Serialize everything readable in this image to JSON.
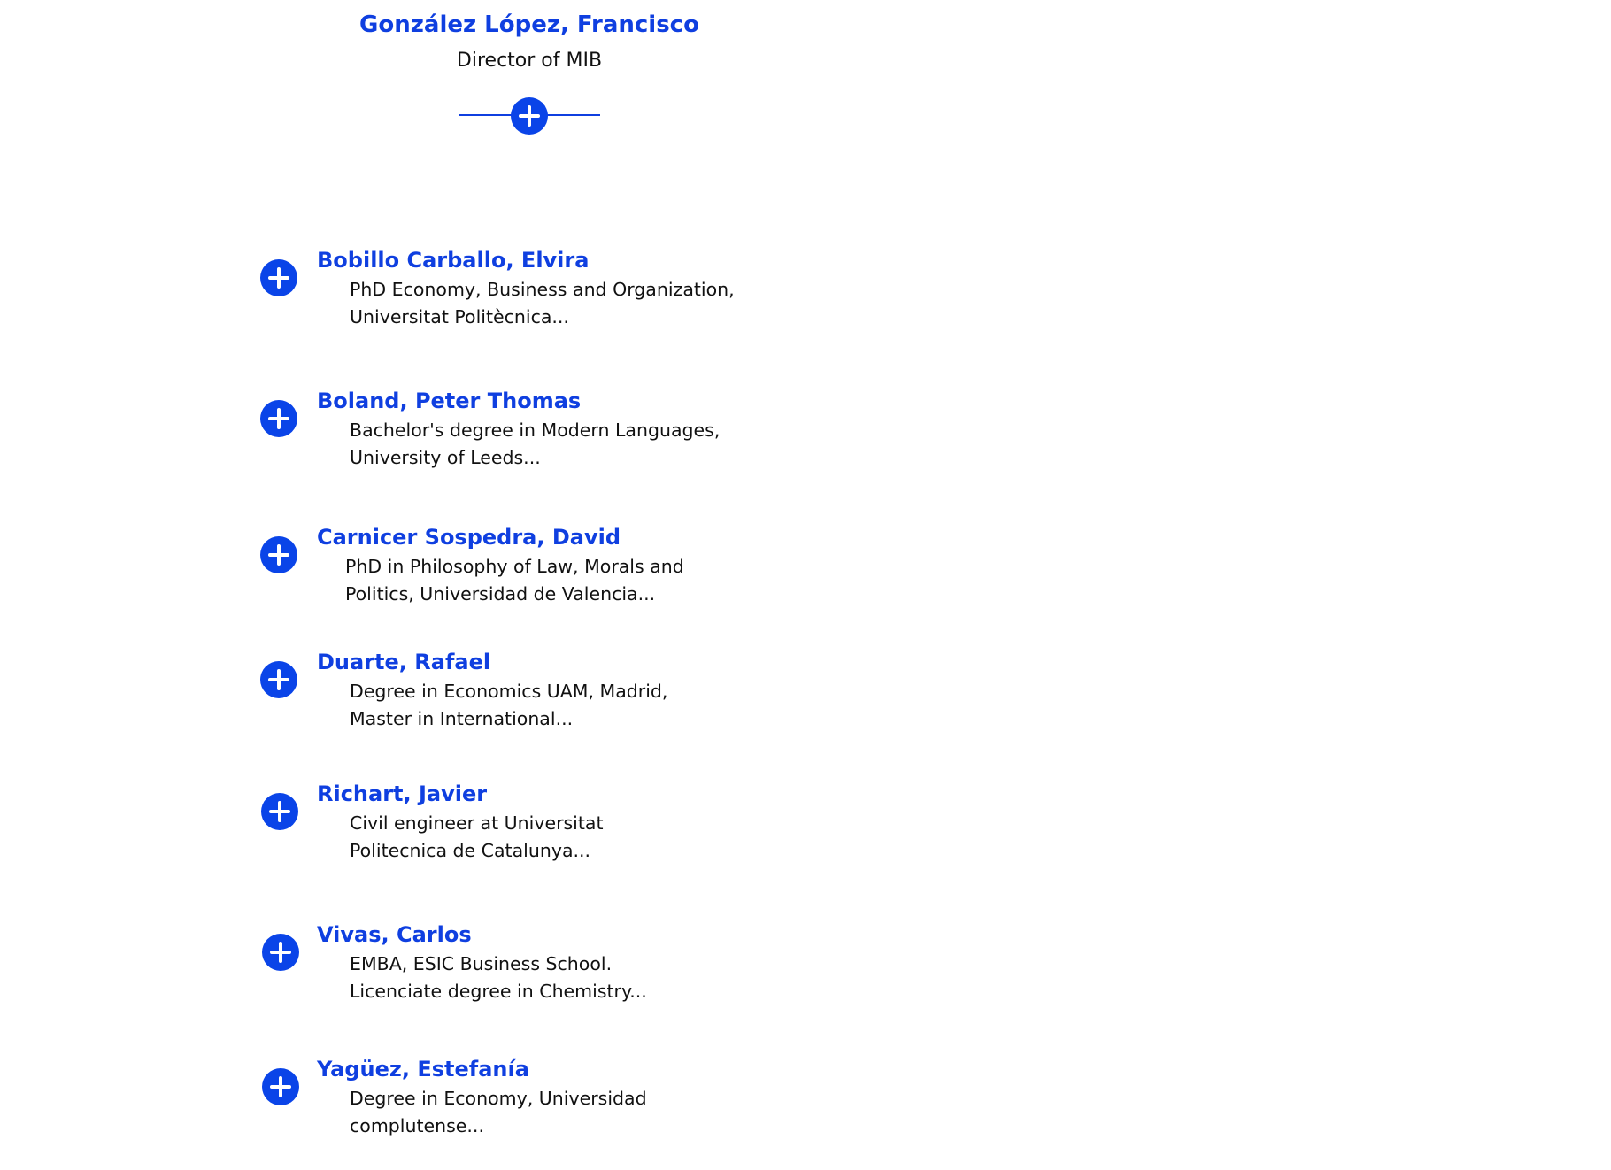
{
  "director": {
    "name": "González López, Francisco",
    "role": "Director of MIB"
  },
  "members": [
    {
      "name": "Bobillo Carballo, Elvira",
      "bio_line1": "PhD Economy, Business and Organization,",
      "bio_line2": "Universitat Politècnica..."
    },
    {
      "name": "Boland, Peter Thomas",
      "bio_line1": "Bachelor's degree in Modern Languages,",
      "bio_line2": "University of Leeds..."
    },
    {
      "name": "Carnicer Sospedra, David",
      "bio_line1": "PhD in Philosophy of Law, Morals and",
      "bio_line2": "Politics, Universidad de Valencia..."
    },
    {
      "name": "Duarte, Rafael",
      "bio_line1": "Degree in Economics UAM, Madrid,",
      "bio_line2": "Master in International..."
    },
    {
      "name": "Richart, Javier",
      "bio_line1": "Civil engineer at Universitat",
      "bio_line2": "Politecnica de Catalunya..."
    },
    {
      "name": "Vivas, Carlos",
      "bio_line1": "EMBA, ESIC Business School.",
      "bio_line2": "Licenciate degree in Chemistry..."
    },
    {
      "name": "Yagüez, Estefanía",
      "bio_line1": "Degree in Economy, Universidad",
      "bio_line2": "complutense..."
    }
  ],
  "colors": {
    "accent": "#0f3fe0",
    "icon": "#0a44e8",
    "text": "#111111"
  },
  "icons": {
    "expand": "plus-circle-icon"
  }
}
